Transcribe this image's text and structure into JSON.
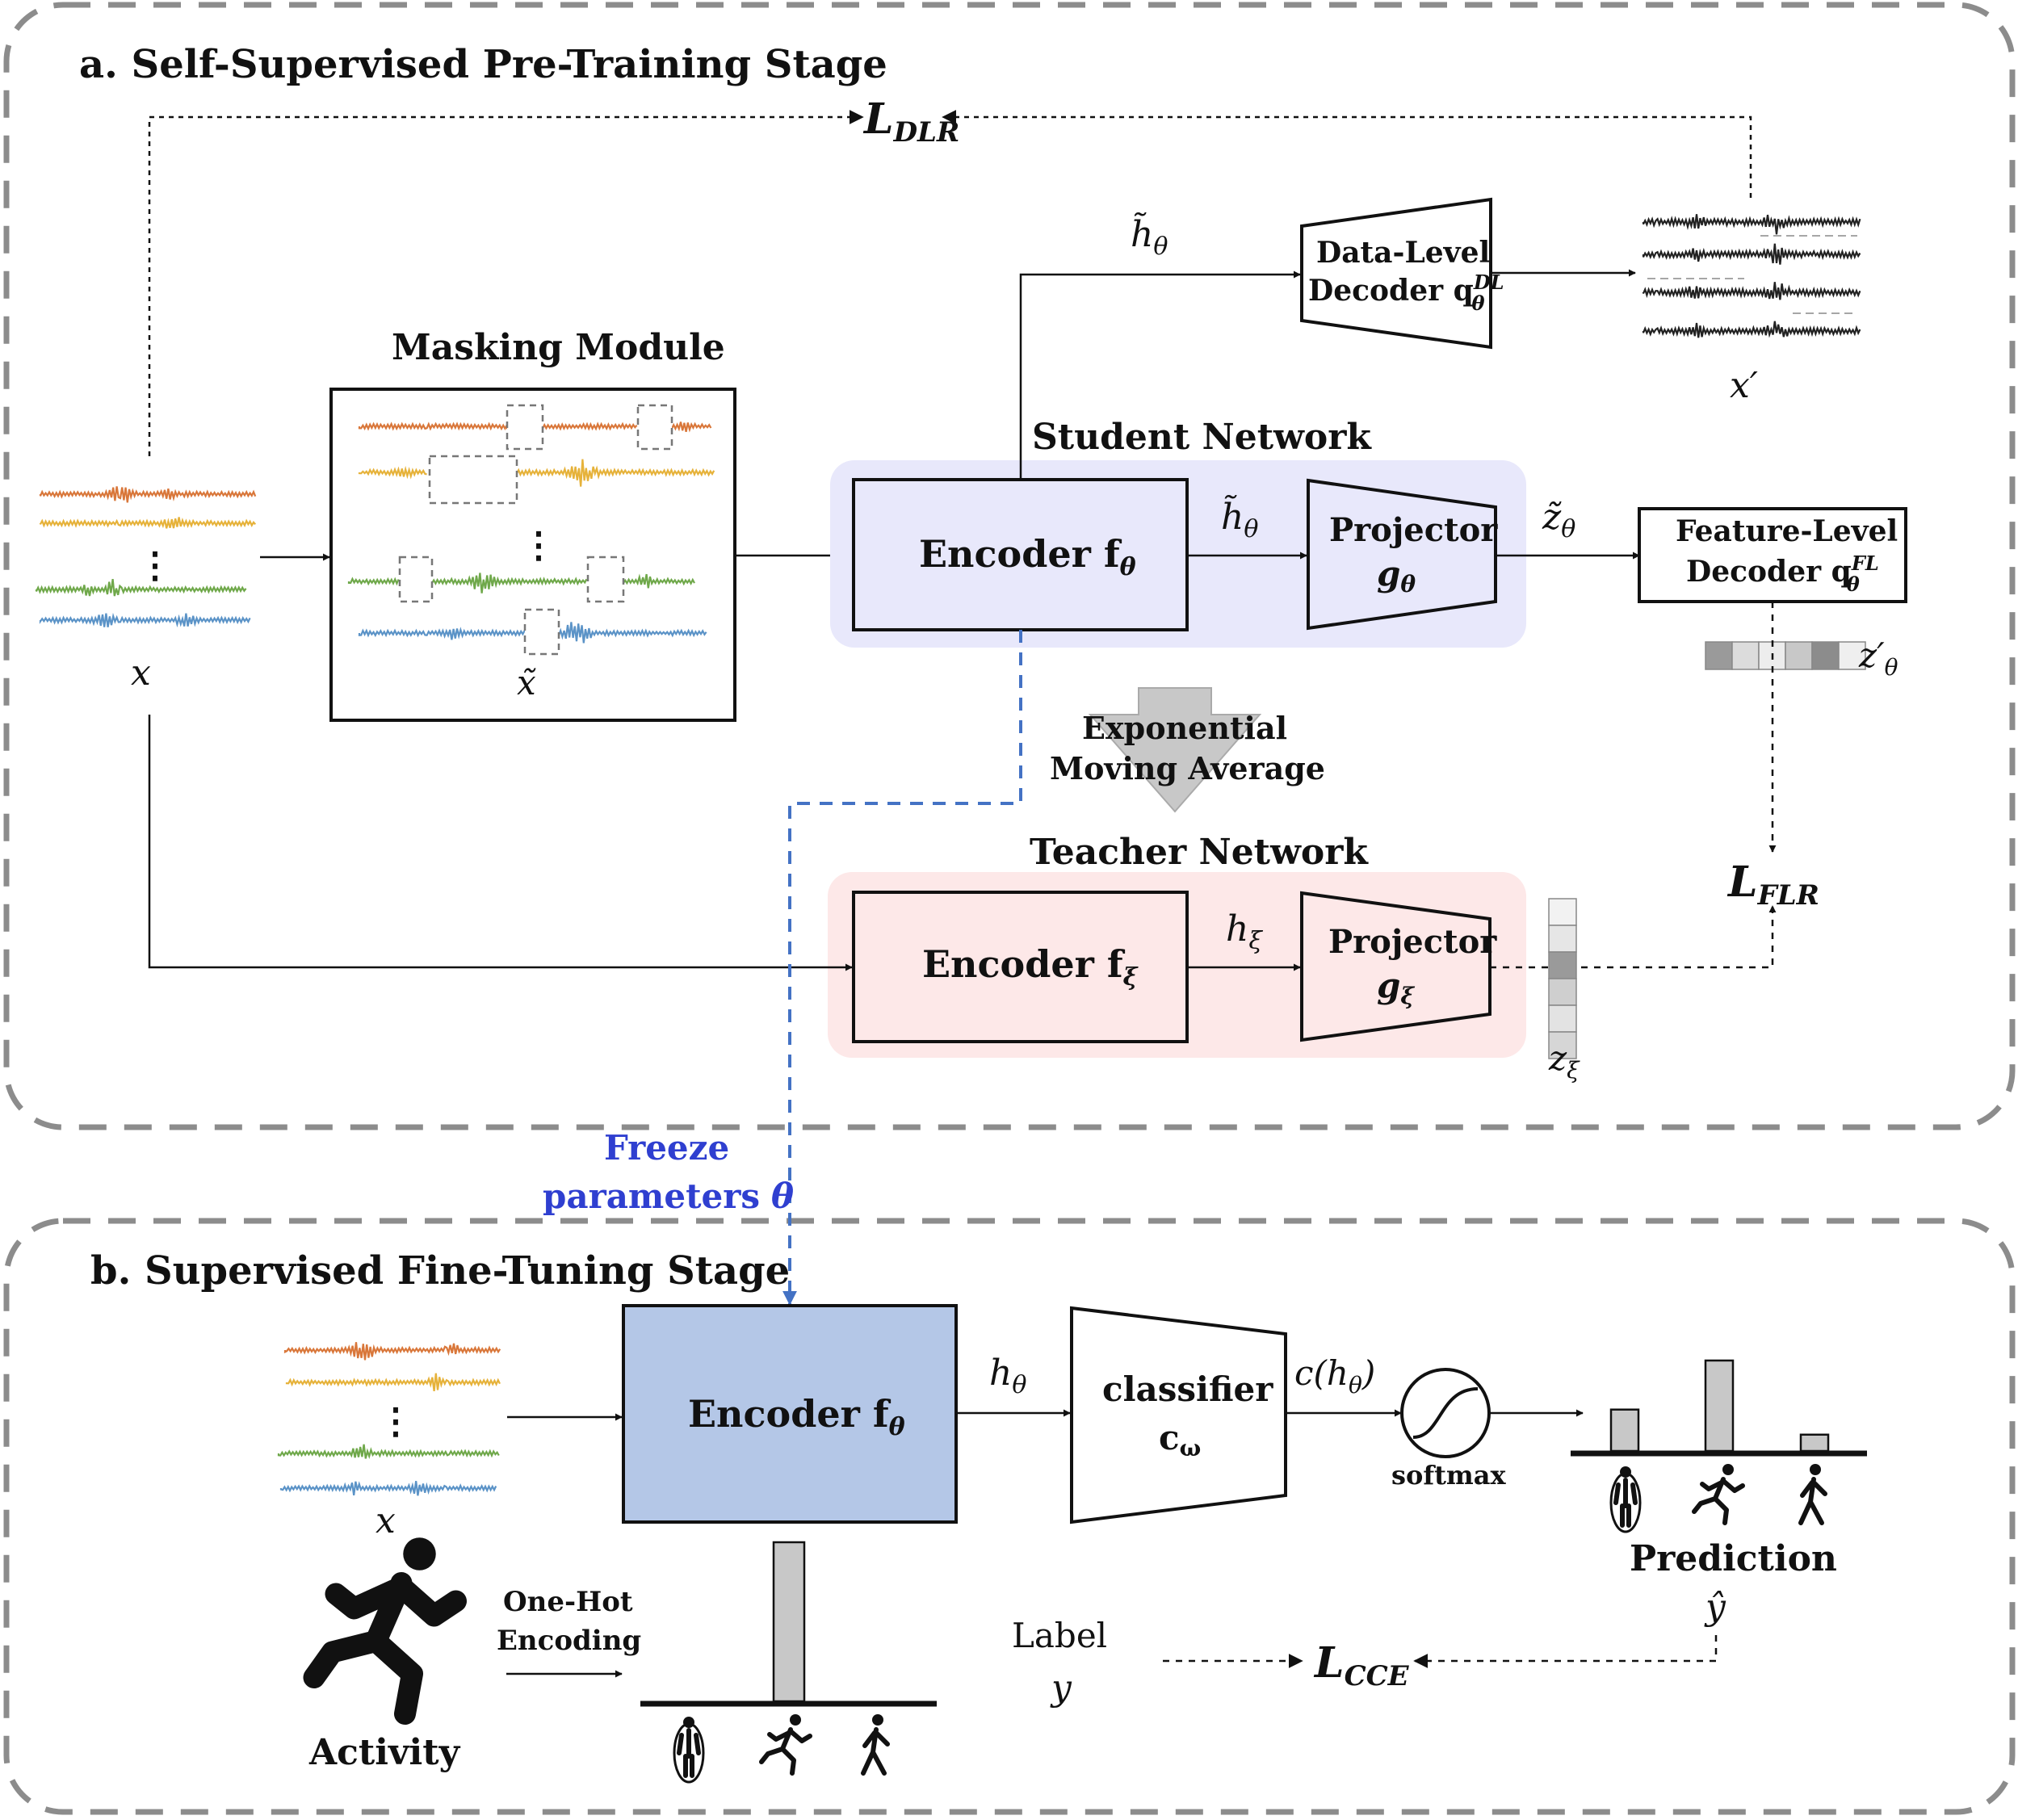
{
  "sections": {
    "a_title": "a. Self-Supervised Pre-Training Stage",
    "b_title": "b. Supervised Fine-Tuning Stage"
  },
  "losses": {
    "dlr_base": "L",
    "dlr_sub": "DLR",
    "flr_base": "L",
    "flr_sub": "FLR",
    "cce_base": "L",
    "cce_sub": "CCE"
  },
  "masking": {
    "title": "Masking Module",
    "ellipsis": "⋮",
    "output_var": "x̃"
  },
  "input": {
    "var": "x",
    "ellipsis": "⋮"
  },
  "student": {
    "title": "Student Network",
    "encoder_label": "Encoder f",
    "encoder_sub": "θ",
    "h_var": "h̃",
    "h_sub": "θ",
    "projector_line1": "Projector",
    "projector_line2": "g",
    "projector_sub": "θ",
    "z_var": "z̃",
    "z_sub": "θ"
  },
  "data_decoder": {
    "line1": "Data-Level",
    "line2": "Decoder q",
    "sup": "DL",
    "sub": "θ",
    "output_var": "x′",
    "input_var": "h̃",
    "input_sub": "θ"
  },
  "feature_decoder": {
    "line1": "Feature-Level",
    "line2": "Decoder q",
    "sup": "FL",
    "sub": "θ",
    "output_var": "z′",
    "output_sub": "θ"
  },
  "ema": {
    "line1": "Exponential",
    "line2": "Moving Average"
  },
  "teacher": {
    "title": "Teacher Network",
    "encoder_label": "Encoder f",
    "encoder_sub": "ξ",
    "h_var": "h",
    "h_sub": "ξ",
    "projector_line1": "Projector",
    "projector_line2": "g",
    "projector_sub": "ξ",
    "z_var": "z",
    "z_sub": "ξ"
  },
  "freeze": {
    "line1": "Freeze",
    "line2": "parameters",
    "param": "θ"
  },
  "finetune": {
    "input_var": "x",
    "ellipsis": "⋮",
    "encoder_label": "Encoder f",
    "encoder_sub": "θ",
    "h_var": "h",
    "h_sub": "θ",
    "classifier_line1": "classifier",
    "classifier_line2": "c",
    "classifier_sub": "ω",
    "c_output": "c(h",
    "c_output_sub": "θ",
    "c_output_close": ")",
    "softmax": "softmax",
    "prediction": "Prediction",
    "yhat": "ŷ",
    "activity": "Activity",
    "onehot_line1": "One-Hot",
    "onehot_line2": "Encoding",
    "label_line1": "Label",
    "label_line2": "y"
  },
  "colors": {
    "orange": "#d9773a",
    "yellow": "#e6b23a",
    "green": "#6fa84a",
    "blue": "#5b93c7",
    "student_bg": "#e8e8fb",
    "teacher_bg": "#fde8e8",
    "finetune_encoder": "#b4c7e7",
    "freeze_blue": "#2f3fd0",
    "freeze_line": "#4472c4",
    "bar_gray": "#c8c8c8"
  },
  "icons": [
    "jump-rope-icon",
    "running-icon",
    "walking-icon"
  ],
  "prediction_bars": [
    0.38,
    0.83,
    0.15
  ],
  "onehot_bars": [
    0,
    1,
    0
  ]
}
